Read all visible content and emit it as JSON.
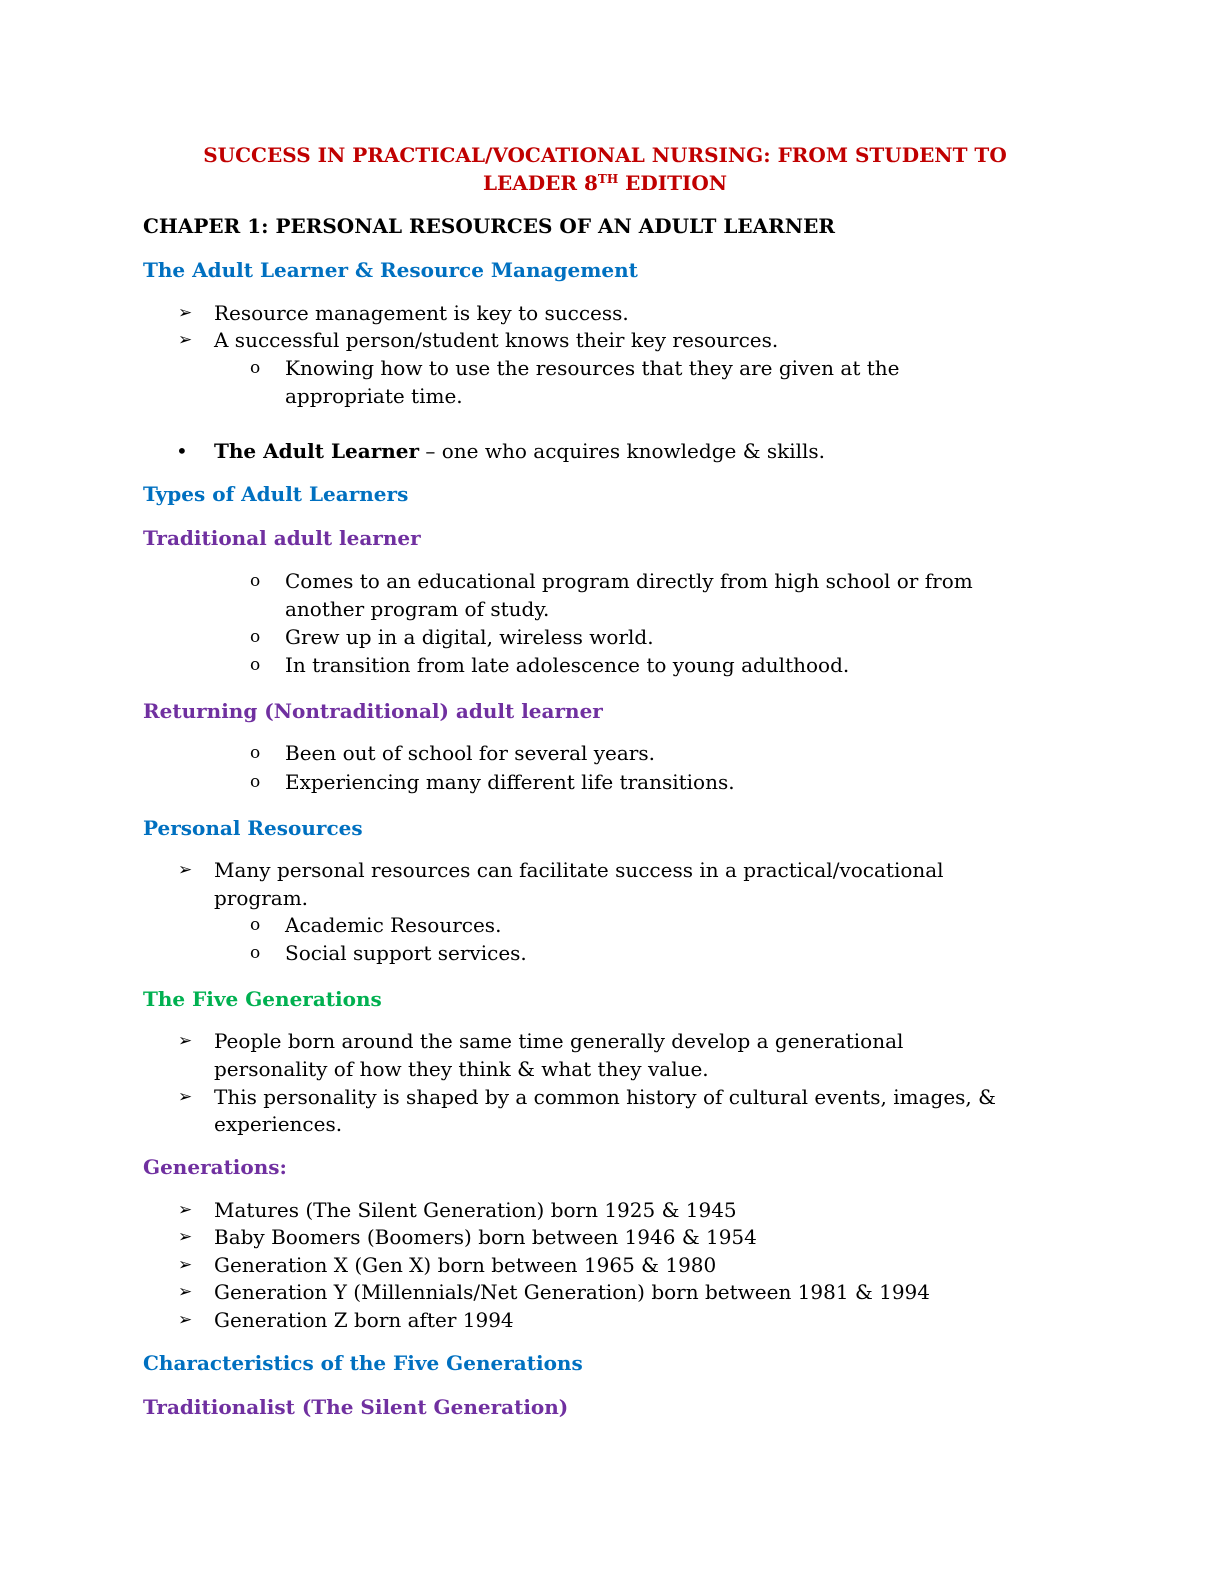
{
  "title_line1": "SUCCESS IN PRACTICAL/VOCATIONAL NURSING: FROM STUDENT TO",
  "title_line2_a": "LEADER 8",
  "title_line2_sup": "TH",
  "title_line2_b": " EDITION",
  "chapter": "CHAPER 1: PERSONAL RESOURCES OF AN ADULT LEARNER",
  "colors": {
    "red": "#C00000",
    "blue": "#0070C0",
    "purple": "#7030A0",
    "green": "#00B050"
  },
  "markers": {
    "arrow": "➢",
    "circle": "o",
    "dot": "•"
  },
  "s1": {
    "heading": "The Adult Learner & Resource Management",
    "b1": "Resource management is key to success.",
    "b2": "A successful person/student knows their key resources.",
    "sub1_l1": "Knowing how to use the resources that they are given at the",
    "sub1_l2": "appropriate time.",
    "def_term": "The Adult Learner",
    "def_text": " – one who acquires knowledge & skills."
  },
  "s2": {
    "heading": "Types of Adult Learners",
    "trad_heading": "Traditional adult learner",
    "trad1_l1": "Comes to an educational program directly from high school or from",
    "trad1_l2": "another program of study.",
    "trad2": "Grew up in a digital, wireless world.",
    "trad3": "In transition from late adolescence to young adulthood.",
    "ret_heading": "Returning (Nontraditional) adult learner",
    "ret1": "Been out of school for several years.",
    "ret2": "Experiencing many different life transitions."
  },
  "s3": {
    "heading": "Personal Resources",
    "b1_l1": "Many personal resources can facilitate success in a practical/vocational",
    "b1_l2": "program.",
    "sub1": "Academic Resources.",
    "sub2": "Social support services."
  },
  "s4": {
    "heading": "The Five Generations",
    "b1_l1": "People born around the same time generally develop a generational",
    "b1_l2": "personality of how they think & what they value.",
    "b2_l1": "This personality is shaped by a common history of cultural events, images, &",
    "b2_l2": "experiences.",
    "gen_heading": "Generations:",
    "gens": [
      "Matures (The Silent Generation) born 1925 & 1945",
      "Baby Boomers (Boomers) born between 1946 & 1954",
      "Generation X (Gen X) born between 1965 & 1980",
      "Generation Y (Millennials/Net Generation) born between 1981 & 1994",
      "Generation Z born after 1994"
    ]
  },
  "s5": {
    "heading": "Characteristics of the Five Generations",
    "sub_heading": "Traditionalist (The Silent Generation)"
  }
}
